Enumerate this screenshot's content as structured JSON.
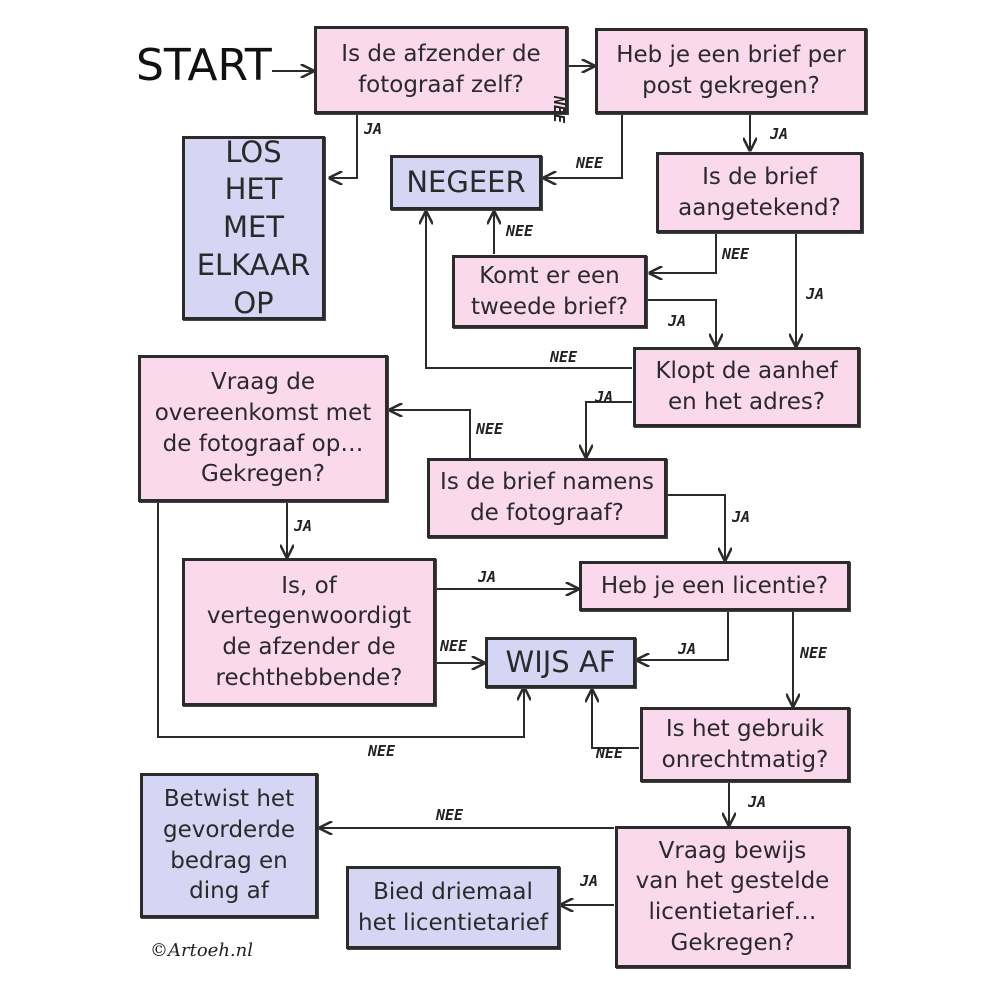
{
  "start": "START",
  "credit": "©Artoeh.nl",
  "colors": {
    "question": "#fbd9ec",
    "outcome": "#d6d6f4",
    "line": "#2b2b2b"
  },
  "nodes": {
    "q_afzender": "Is de afzender de\nfotograaf zelf?",
    "q_brief_post": "Heb je een brief per\npost gekregen?",
    "o_los_op": "LOS HET\nMET\nELKAAR\nOP",
    "o_negeer": "NEGEER",
    "q_aangetekend": "Is de brief\naangetekend?",
    "q_tweede_brief": "Komt er een\ntweede brief?",
    "q_aanhef": "Klopt de aanhef\nen het adres?",
    "q_overeenkomst": "Vraag de\novereenkomst met\nde fotograaf op…\nGekregen?",
    "q_namens": "Is de brief namens\nde fotograaf?",
    "q_rechthebbende": "Is, of\nvertegenwoordigt\nde afzender de\nrechthebbende?",
    "q_licentie": "Heb je een licentie?",
    "o_wijs_af": "WIJS AF",
    "q_onrechtmatig": "Is het gebruik\nonrechtmatig?",
    "o_betwist": "Betwist het\ngevorderde\nbedrag en\nding af",
    "q_bewijs": "Vraag bewijs\nvan het gestelde\nlicentietarief…\nGekregen?",
    "o_bied": "Bied driemaal\nhet licentietarief"
  },
  "edge_labels": {
    "yes": "JA",
    "no": "NEE"
  }
}
